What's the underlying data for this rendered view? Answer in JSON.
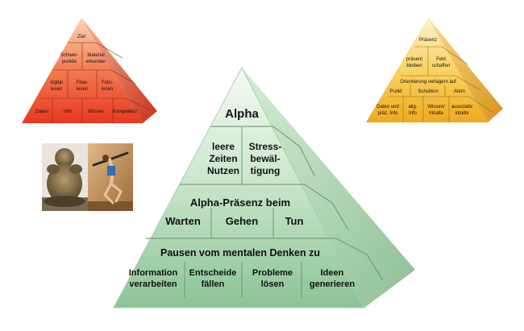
{
  "left_pyramid": {
    "top": "Ziel",
    "row2": [
      "Schwer-",
      "punkte",
      "Material",
      "erkunden"
    ],
    "row3": [
      "digital",
      "lesen",
      "Flow-",
      "lesen",
      "Foto-",
      "lesen"
    ],
    "row4": [
      "Daten",
      "Info",
      "Wissen",
      "Kompetenz"
    ]
  },
  "right_pyramid": {
    "top": "Präsenz",
    "row2": [
      "präsent",
      "bleiben",
      "Feld",
      "schaffen"
    ],
    "row3_title": "Orientierung verlagern auf",
    "row3": [
      "Punkt",
      "Schultern",
      "Atem"
    ],
    "row4": [
      "Daten und",
      "präz. Info",
      "allg.",
      "Info",
      "Wissen/",
      "Inhalte",
      "assoziativ",
      "intuitiv"
    ]
  },
  "main_pyramid": {
    "top": "Alpha",
    "row2": [
      "leere",
      "Zeiten",
      "Nutzen",
      "Stress-",
      "bewäl-",
      "tigung"
    ],
    "row3_title": "Alpha-Präsenz beim",
    "row3": [
      "Warten",
      "Gehen",
      "Tun"
    ],
    "row4_title": "Pausen vom mentalen Denken zu",
    "row4": [
      "Information",
      "verarbeiten",
      "Entscheide",
      "fällen",
      "Probleme",
      "lösen",
      "Ideen",
      "generieren"
    ]
  },
  "colors": {
    "left_fill": "#f25a3a",
    "right_fill": "#f7c23a",
    "main_fill": "#8fc79a"
  },
  "photos": [
    {
      "icon": "buddha-figure-photo"
    },
    {
      "icon": "jumping-person-photo"
    }
  ]
}
